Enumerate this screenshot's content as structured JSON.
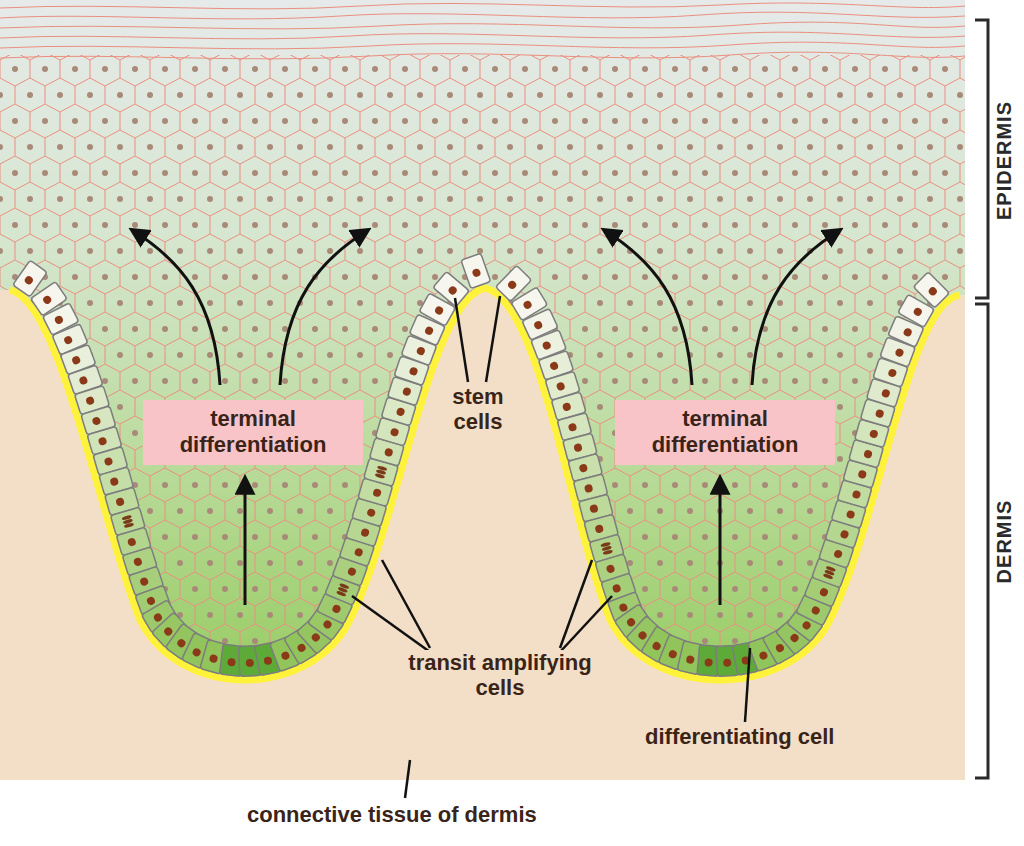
{
  "diagram": {
    "nodes": [
      {
        "text": [
          "terminal differentiation"
        ]
      },
      {
        "text": [
          "terminal differentiation"
        ]
      }
    ],
    "labels": [
      "stem cells",
      "transit amplifying cells",
      "differentiating cell",
      "connective tissue of dermis",
      "EPIDERMIS",
      "DERMIS"
    ]
  }
}
